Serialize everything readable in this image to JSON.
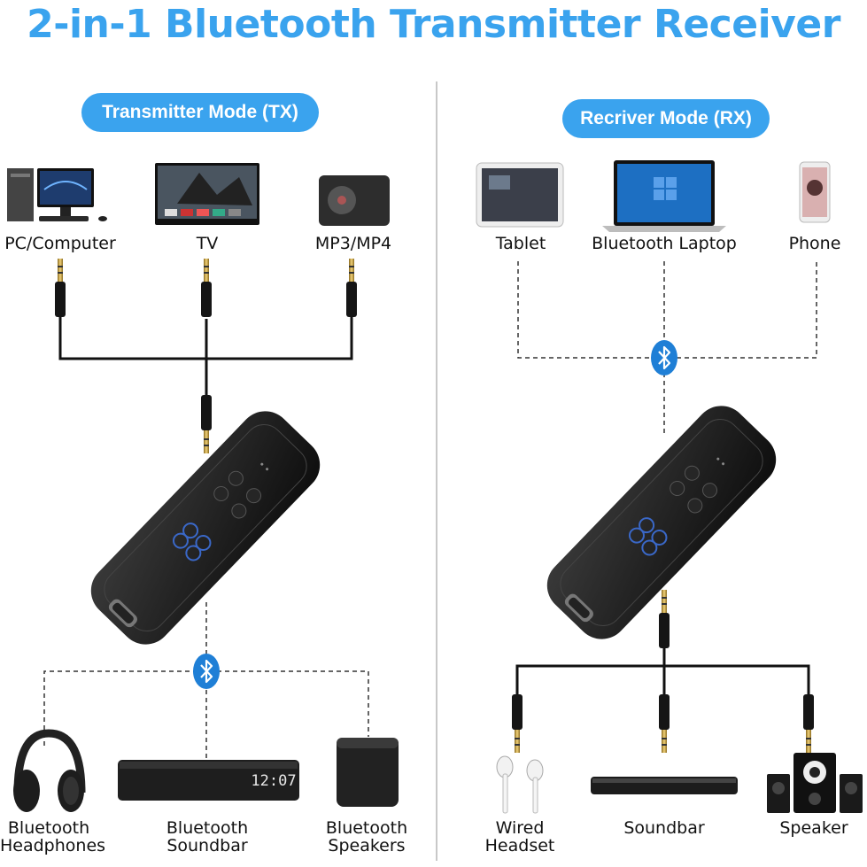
{
  "title": "2-in-1 Bluetooth Transmitter Receiver",
  "colors": {
    "accent": "#3aa3ee",
    "bt_badge": "#1f7fd6",
    "device": "#1c1c1c",
    "cable": "#111111"
  },
  "transmitter": {
    "mode_label": "Transmitter Mode (TX)",
    "sources": [
      {
        "icon": "desktop-computer-icon",
        "label": "PC/Computer"
      },
      {
        "icon": "tv-icon",
        "label": "TV"
      },
      {
        "icon": "mp3-player-icon",
        "label": "MP3/MP4"
      }
    ],
    "outputs": [
      {
        "icon": "headphones-icon",
        "label_line1": "Bluetooth",
        "label_line2": "Headphones"
      },
      {
        "icon": "soundbar-icon",
        "label_line1": "Bluetooth",
        "label_line2": "Soundbar",
        "display": "12:07"
      },
      {
        "icon": "speaker-icon",
        "label_line1": "Bluetooth",
        "label_line2": "Speakers"
      }
    ]
  },
  "receiver": {
    "mode_label": "Recriver Mode (RX)",
    "sources": [
      {
        "icon": "tablet-icon",
        "label": "Tablet"
      },
      {
        "icon": "laptop-icon",
        "label": "Bluetooth Laptop"
      },
      {
        "icon": "phone-icon",
        "label": "Phone"
      }
    ],
    "outputs": [
      {
        "icon": "wired-headset-icon",
        "label_line1": "Wired",
        "label_line2": "Headset"
      },
      {
        "icon": "soundbar-icon",
        "label_line1": "Soundbar"
      },
      {
        "icon": "speaker-system-icon",
        "label_line1": "Speaker"
      }
    ]
  }
}
